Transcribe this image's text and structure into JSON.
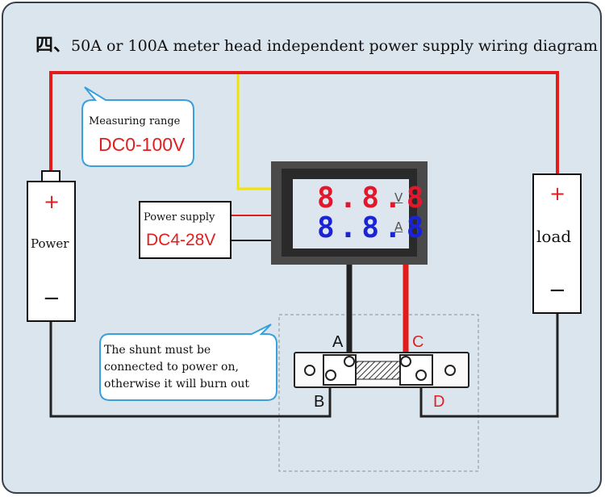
{
  "title": {
    "prefix": "四",
    "sep": "、",
    "text": "50A or 100A meter head independent power supply wiring diagram"
  },
  "measuring_range": {
    "label": "Measuring range",
    "value": "DC0-100V"
  },
  "power_supply": {
    "label": "Power supply",
    "value": "DC4-28V"
  },
  "battery": {
    "plus": "+",
    "label": "Power",
    "minus": "−"
  },
  "load": {
    "plus": "+",
    "label": "load",
    "minus": "−"
  },
  "meter": {
    "voltage_display": "8.8.8",
    "voltage_unit": "V",
    "current_display": "8.8.8",
    "current_unit": "A"
  },
  "shunt_note": {
    "line1": "The shunt must be",
    "line2": "connected to power on,",
    "line3": "otherwise it will burn out"
  },
  "terminals": {
    "a": "A",
    "b": "B",
    "c": "C",
    "d": "D"
  },
  "colors": {
    "red_wire": "#e41b1b",
    "yellow_wire": "#f2e300",
    "black_wire": "#222222",
    "voltage_digits": "#e3172b",
    "current_digits": "#1a24d6",
    "callout_border": "#3aa0dd"
  }
}
